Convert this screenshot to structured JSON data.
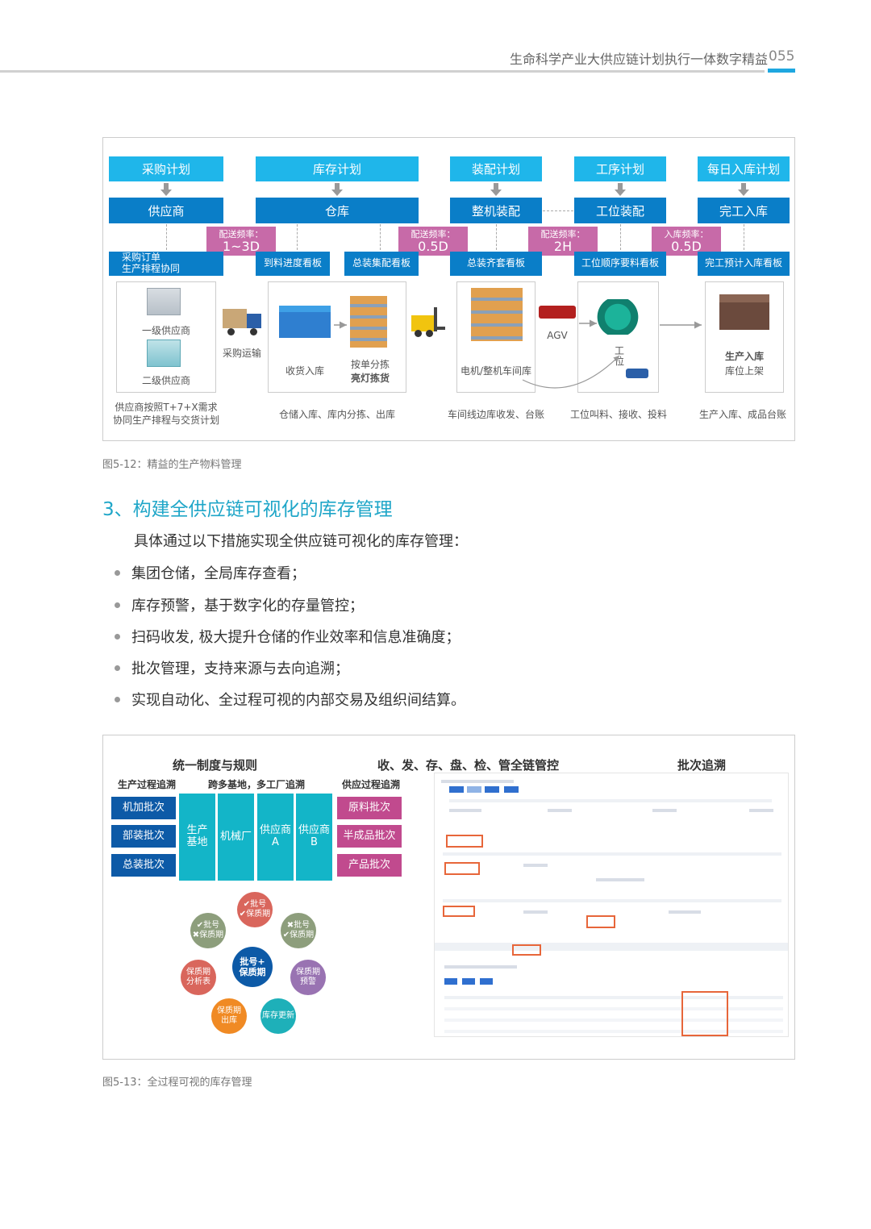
{
  "header": {
    "title": "生命科学产业大供应链计划执行一体数字精益",
    "page_number": "055"
  },
  "figure12": {
    "plans": [
      "采购计划",
      "库存计划",
      "装配计划",
      "工序计划",
      "每日入库计划"
    ],
    "units": [
      "供应商",
      "仓库",
      "整机装配",
      "工位装配",
      "完工入库"
    ],
    "boards": [
      "采购订单\n生产排程协同",
      "到料进度看板",
      "总装集配看板",
      "总装齐套看板",
      "工位顺序要料看板",
      "完工预计入库看板"
    ],
    "freqs": [
      {
        "label": "配送频率：",
        "value": "1~3D"
      },
      {
        "label": "配送频率：",
        "value": "0.5D"
      },
      {
        "label": "配送频率：",
        "value": "2H"
      },
      {
        "label": "入库频率：",
        "value": "0.5D"
      }
    ],
    "labels": {
      "supplier1": "一级供应商",
      "supplier2": "二级供应商",
      "transport": "采购运输",
      "receive": "收货入库",
      "pick_line1": "按单分拣",
      "pick_line2": "亮灯拣货",
      "motor_store": "电机/整机车间库",
      "agv": "AGV",
      "station": "工\n位",
      "prod_in": "生产入库",
      "shelf": "库位上架"
    },
    "bottom": [
      "供应商按照T+7+X需求\n协同生产排程与交货计划",
      "仓储入库、库内分拣、出库",
      "车间线边库收发、台账",
      "工位叫料、接收、投料",
      "生产入库、成品台账"
    ],
    "caption": "图5-12：精益的生产物料管理"
  },
  "section": {
    "title": "3、构建全供应链可视化的库存管理",
    "intro": "具体通过以下措施实现全供应链可视化的库存管理：",
    "bullets": [
      "集团仓储，全局库存查看；",
      "库存预警，基于数字化的存量管控；",
      "扫码收发, 极大提升仓储的作业效率和信息准确度；",
      "批次管理，支持来源与去向追溯；",
      "实现自动化、全过程可视的内部交易及组织间结算。"
    ]
  },
  "figure13": {
    "titles": [
      "统一制度与规则",
      "收、发、存、盘、检、管全链管控",
      "批次追溯"
    ],
    "sub_left": "生产过程追溯",
    "sub_mid": "跨多基地，多工厂追溯",
    "sub_right": "供应过程追溯",
    "left_boxes": [
      "机加批次",
      "部装批次",
      "总装批次"
    ],
    "mid_boxes": [
      "生产\n基地",
      "机械厂",
      "供应商\nA",
      "供应商\nB"
    ],
    "right_boxes": [
      "原料批次",
      "半成品批次",
      "产品批次"
    ],
    "center": "批号+\n保质期",
    "circles": [
      "✔批号\n✔保质期",
      "✔批号\n✖保质期",
      "✖批号\n✔保质期",
      "保质期\n预警",
      "库存更新",
      "保质期\n出库",
      "保质期\n分析表"
    ],
    "caption": "图5-13：全过程可视的库存管理"
  },
  "colors": {
    "accent": "#1ea7e0",
    "plan": "#1fb6ea",
    "unit": "#0a7ec8",
    "freq": "#c76aa8",
    "teal": "#13b5c8",
    "navy": "#0d5aa7",
    "rose": "#c14a8e"
  }
}
